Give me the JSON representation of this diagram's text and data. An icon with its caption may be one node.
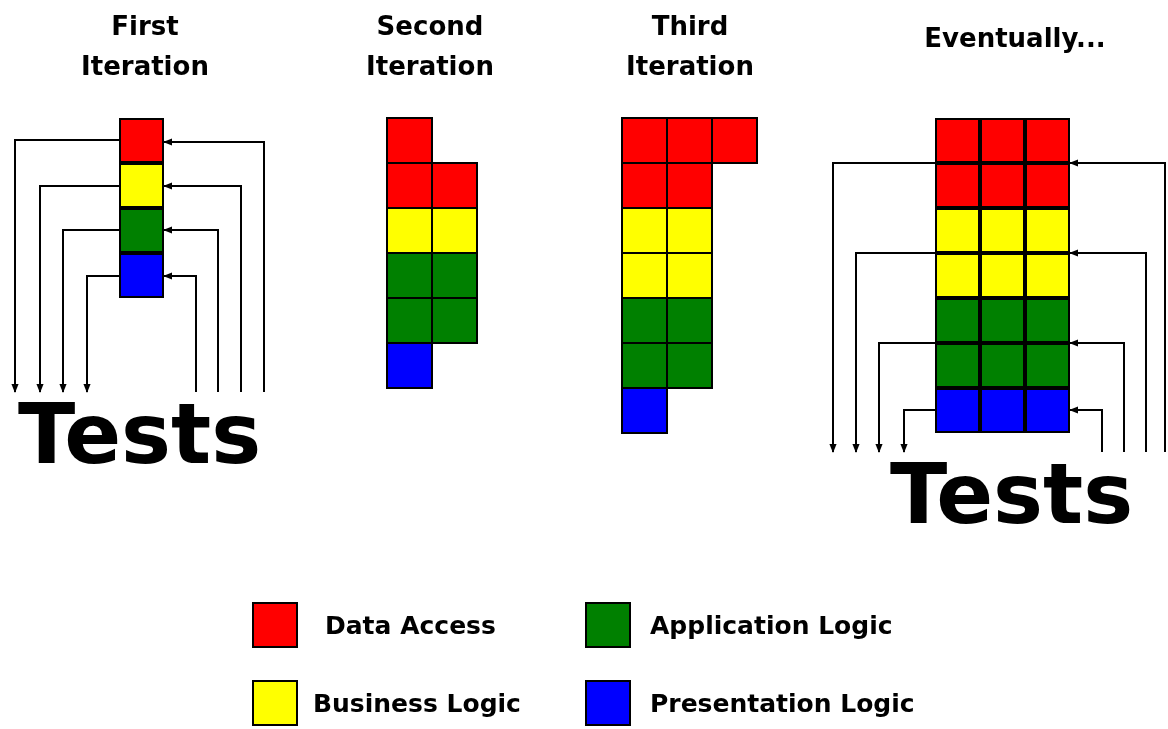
{
  "diagram": {
    "nodes": [
      {
        "text": [],
        "shape": "box"
      },
      {
        "text": [],
        "shape": "box"
      },
      {
        "text": [],
        "shape": "box"
      },
      {
        "text": [],
        "shape": "box"
      },
      {
        "text": [
          "Tests"
        ]
      },
      {
        "text": [],
        "shape": "box"
      },
      {
        "text": [],
        "shape": "box"
      },
      {
        "text": [],
        "shape": "box"
      },
      {
        "text": [],
        "shape": "box"
      },
      {
        "text": [
          "Tests"
        ]
      }
    ],
    "edges": [
      {
        "from": 0,
        "to": 4,
        "arrow": "to"
      },
      {
        "from": 1,
        "to": 4,
        "arrow": "to"
      },
      {
        "from": 2,
        "to": 4,
        "arrow": "to"
      },
      {
        "from": 3,
        "to": 4,
        "arrow": "to"
      },
      {
        "from": 4,
        "to": 0,
        "arrow": "to"
      },
      {
        "from": 4,
        "to": 1,
        "arrow": "to"
      },
      {
        "from": 4,
        "to": 2,
        "arrow": "to"
      },
      {
        "from": 4,
        "to": 3,
        "arrow": "to"
      },
      {
        "from": 5,
        "to": 9,
        "arrow": "to"
      },
      {
        "from": 6,
        "to": 9,
        "arrow": "to"
      },
      {
        "from": 7,
        "to": 9,
        "arrow": "to"
      },
      {
        "from": 8,
        "to": 9,
        "arrow": "to"
      },
      {
        "from": 9,
        "to": 5,
        "arrow": "to"
      },
      {
        "from": 9,
        "to": 6,
        "arrow": "to"
      },
      {
        "from": 9,
        "to": 7,
        "arrow": "to"
      },
      {
        "from": 9,
        "to": 8,
        "arrow": "to"
      }
    ],
    "labels": [
      "First Iteration",
      "Second Iteration",
      "Third Iteration",
      "Eventually..."
    ],
    "legend": [
      {
        "text": "Data Access",
        "color": "#ff0000"
      },
      {
        "text": "Application Logic",
        "color": "#008000"
      },
      {
        "text": "Business Logic",
        "color": "#ffff00"
      },
      {
        "text": "Presentation Logic",
        "color": "#0000ff"
      }
    ]
  }
}
